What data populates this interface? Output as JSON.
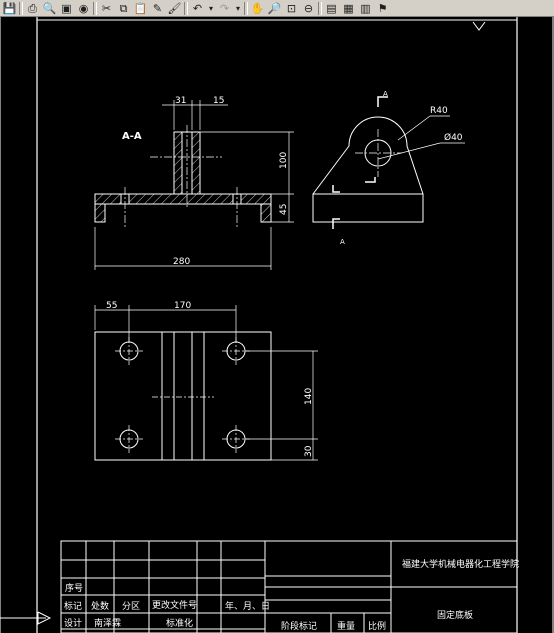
{
  "toolbar": {
    "icons": [
      "save-icon",
      "print-icon",
      "print-preview-icon",
      "plot-icon",
      "publish-icon",
      "cut-icon",
      "copy-icon",
      "paste-icon",
      "pencil-icon",
      "match-properties-icon",
      "undo-icon",
      "redo-icon",
      "pan-icon",
      "zoom-realtime-icon",
      "zoom-window-icon",
      "zoom-previous-icon",
      "properties-icon",
      "design-center-icon",
      "tool-palettes-icon",
      "markup-icon"
    ]
  },
  "section_view": {
    "label": "A-A",
    "dim_top_left": "31",
    "dim_top_right": "15",
    "dim_height": "100",
    "dim_base": "45",
    "dim_width": "280"
  },
  "side_view": {
    "radius_label": "R40",
    "hole_label": "Ø40",
    "section_marker_top": "A",
    "section_marker_bottom": "A"
  },
  "top_view": {
    "dim_left": "55",
    "dim_middle": "170",
    "dim_height": "140",
    "dim_bottom": "30"
  },
  "title_block": {
    "school": "福建大学机械电器化工程学院",
    "part_name": "固定底板",
    "row_seq": "序号",
    "hdr_mark": "标记",
    "hdr_count": "处数",
    "hdr_zone": "分区",
    "hdr_docno": "更改文件号",
    "hdr_date": "年、月、日",
    "row_design": "设计",
    "hdr_review": "南泽霖",
    "hdr_standard": "标准化",
    "hdr_stage": "阶段标记",
    "hdr_weight": "重量",
    "hdr_scale": "比例"
  }
}
